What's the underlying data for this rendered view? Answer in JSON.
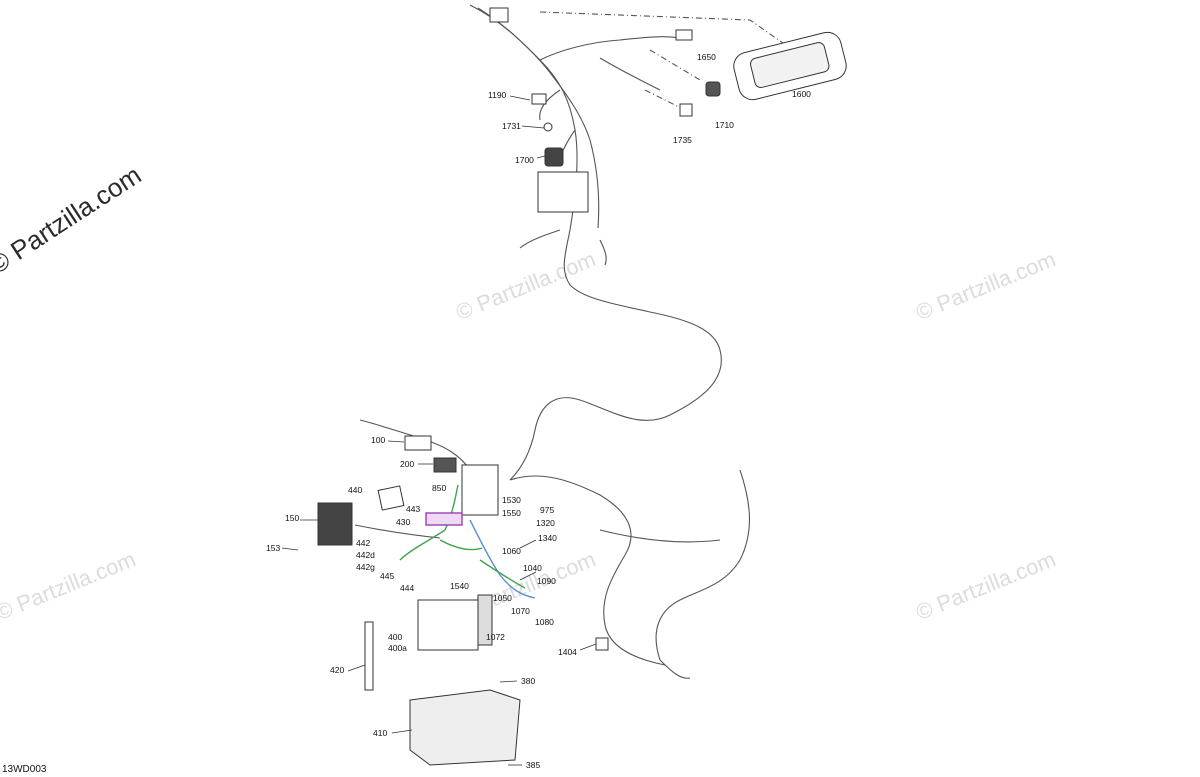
{
  "watermark_main": "© Partzilla.com",
  "watermark_faint": "© Partzilla.com",
  "diagram_code": "13WD003",
  "callouts": [
    {
      "id": "c1650",
      "text": "1650"
    },
    {
      "id": "c1600",
      "text": "1600"
    },
    {
      "id": "c1190",
      "text": "1190"
    },
    {
      "id": "c1710",
      "text": "1710"
    },
    {
      "id": "c1731",
      "text": "1731"
    },
    {
      "id": "c1735",
      "text": "1735"
    },
    {
      "id": "c1700",
      "text": "1700"
    },
    {
      "id": "c100",
      "text": "100"
    },
    {
      "id": "c200",
      "text": "200"
    },
    {
      "id": "c440",
      "text": "440"
    },
    {
      "id": "c850",
      "text": "850"
    },
    {
      "id": "c443",
      "text": "443"
    },
    {
      "id": "c430",
      "text": "430"
    },
    {
      "id": "c150",
      "text": "150"
    },
    {
      "id": "c153",
      "text": "153"
    },
    {
      "id": "c442",
      "text": "442"
    },
    {
      "id": "c442d",
      "text": "442d"
    },
    {
      "id": "c442g",
      "text": "442g"
    },
    {
      "id": "c445",
      "text": "445"
    },
    {
      "id": "c444",
      "text": "444"
    },
    {
      "id": "c1530",
      "text": "1530"
    },
    {
      "id": "c975",
      "text": "975"
    },
    {
      "id": "c1550",
      "text": "1550"
    },
    {
      "id": "c1320",
      "text": "1320"
    },
    {
      "id": "c1340",
      "text": "1340"
    },
    {
      "id": "c1060",
      "text": "1060"
    },
    {
      "id": "c1040",
      "text": "1040"
    },
    {
      "id": "c1090",
      "text": "1090"
    },
    {
      "id": "c1540",
      "text": "1540"
    },
    {
      "id": "c1050",
      "text": "1050"
    },
    {
      "id": "c1070",
      "text": "1070"
    },
    {
      "id": "c1080",
      "text": "1080"
    },
    {
      "id": "c1072",
      "text": "1072"
    },
    {
      "id": "c400",
      "text": "400"
    },
    {
      "id": "c400a",
      "text": "400a"
    },
    {
      "id": "c420",
      "text": "420"
    },
    {
      "id": "c380",
      "text": "380"
    },
    {
      "id": "c1404",
      "text": "1404"
    },
    {
      "id": "c410",
      "text": "410"
    },
    {
      "id": "c385",
      "text": "385"
    }
  ],
  "colors": {
    "line": "#555555",
    "green": "#3fa34d",
    "blue": "#5b8fd6",
    "purple": "#9b3fb5",
    "watermark": "#dcdcdc"
  }
}
